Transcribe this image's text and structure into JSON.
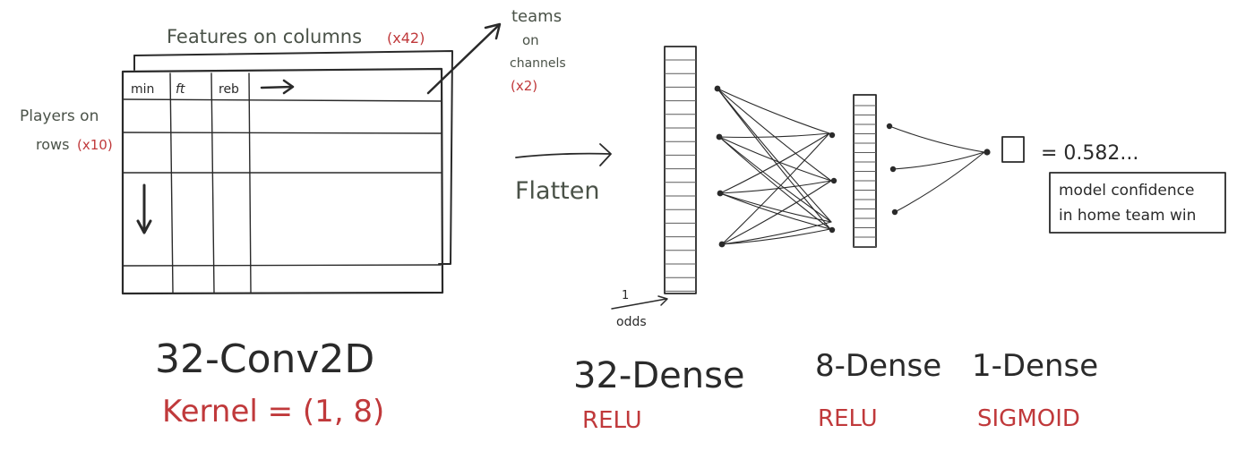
{
  "input": {
    "features_label": "Features on columns",
    "features_count": "(x42)",
    "teams_label_1": "teams",
    "teams_label_2": "on",
    "teams_label_3": "channels",
    "teams_count": "(x2)",
    "players_label_1": "Players on",
    "players_label_2": "rows",
    "players_count": "(x10)",
    "columns": [
      "min",
      "ft",
      "reb"
    ]
  },
  "layers": {
    "conv": {
      "title": "32-Conv2D",
      "subtitle": "Kernel = (1, 8)"
    },
    "flatten": {
      "label": "Flatten"
    },
    "extra_input": {
      "count": "1",
      "label": "odds"
    },
    "dense32": {
      "title": "32-Dense",
      "activation": "RELU"
    },
    "dense8": {
      "title": "8-Dense",
      "activation": "RELU"
    },
    "dense1": {
      "title": "1-Dense",
      "activation": "SIGMOID"
    }
  },
  "output": {
    "value": "= 0.582...",
    "note_line1": "model confidence",
    "note_line2": "in home team win"
  },
  "colors": {
    "ink": "#2a2a2a",
    "red": "#c0393b",
    "gray": "#4a5248"
  }
}
